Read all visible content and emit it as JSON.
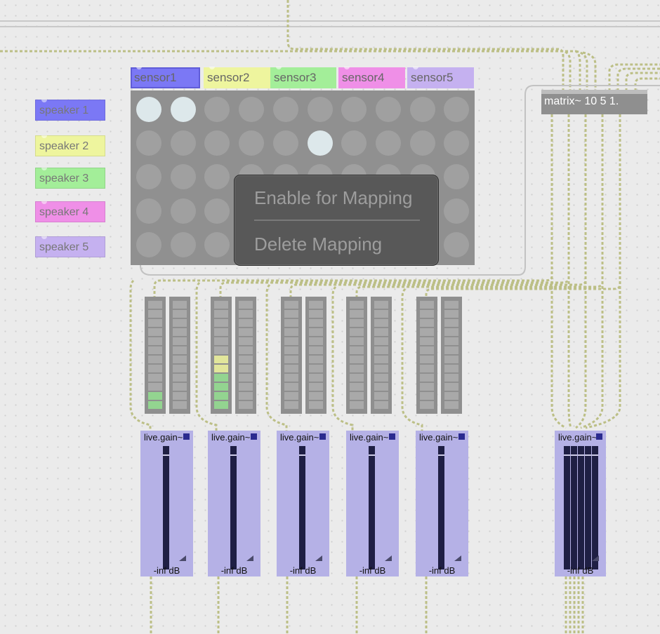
{
  "speakers": [
    {
      "label": "speaker 1",
      "color": "#7b78f5"
    },
    {
      "label": "speaker 2",
      "color": "#eef59e"
    },
    {
      "label": "speaker 3",
      "color": "#a3ee99"
    },
    {
      "label": "speaker 4",
      "color": "#ef8fe7"
    },
    {
      "label": "speaker 5",
      "color": "#c5b1f0"
    }
  ],
  "sensors": [
    {
      "label": "sensor1",
      "color": "#7b78f5"
    },
    {
      "label": "sensor2",
      "color": "#eef59e"
    },
    {
      "label": "sensor3",
      "color": "#a3ee99"
    },
    {
      "label": "sensor4",
      "color": "#ef8fe7"
    },
    {
      "label": "sensor5",
      "color": "#c5b1f0"
    }
  ],
  "matrix_grid": {
    "rows": 5,
    "cols": 10,
    "active_cells": [
      [
        0,
        0
      ],
      [
        0,
        1
      ],
      [
        1,
        5
      ]
    ]
  },
  "context_menu": {
    "items": [
      "Enable for Mapping",
      "Delete Mapping"
    ]
  },
  "meters": [
    {
      "level_left": 0.2,
      "level_right": 0
    },
    {
      "level_left": 0.5,
      "level_right": 0
    },
    {
      "level_left": 0,
      "level_right": 0
    },
    {
      "level_left": 0,
      "level_right": 0
    },
    {
      "level_left": 0,
      "level_right": 0
    }
  ],
  "gain_sliders": [
    {
      "label": "live.gain~",
      "value_text": "-inf dB"
    },
    {
      "label": "live.gain~",
      "value_text": "-inf dB"
    },
    {
      "label": "live.gain~",
      "value_text": "-inf dB"
    },
    {
      "label": "live.gain~",
      "value_text": "-inf dB"
    },
    {
      "label": "live.gain~",
      "value_text": "-inf dB"
    }
  ],
  "master_gain": {
    "label": "live.gain~",
    "value_text": "-inf dB"
  },
  "matrix_object": {
    "text": "matrix~ 10 5 1."
  },
  "colors": {
    "canvas": "#ebebeb",
    "patchcord": "#bcbf86",
    "gain_bg": "#b5b1e6",
    "menu_bg": "#585858"
  }
}
